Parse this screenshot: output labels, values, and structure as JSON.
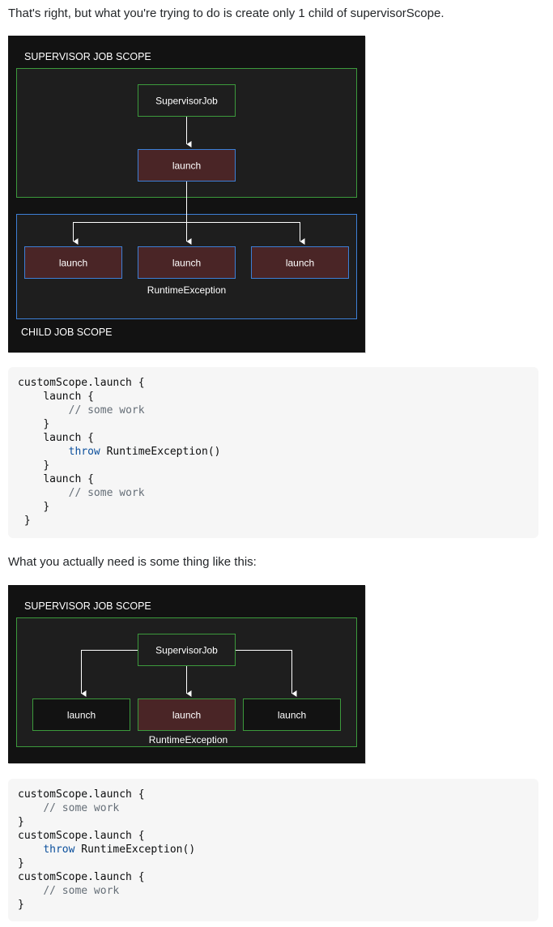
{
  "intro_text": "That's right, but what you're trying to do is create only 1 child of supervisorScope.",
  "diagram1": {
    "outer_scope_label": "SUPERVISOR JOB SCOPE",
    "inner_scope_label": "CHILD JOB SCOPE",
    "supervisor_label": "SupervisorJob",
    "parent_launch_label": "launch",
    "child_labels": [
      "launch",
      "launch",
      "launch"
    ],
    "exception_label": "RuntimeException"
  },
  "code1": [
    {
      "indent": "",
      "tokens": [
        {
          "t": "customScope.launch {",
          "c": ""
        }
      ]
    },
    {
      "indent": "    ",
      "tokens": [
        {
          "t": "launch {",
          "c": ""
        }
      ]
    },
    {
      "indent": "        ",
      "tokens": [
        {
          "t": "// some work",
          "c": "cm"
        }
      ]
    },
    {
      "indent": "    ",
      "tokens": [
        {
          "t": "}",
          "c": ""
        }
      ]
    },
    {
      "indent": "    ",
      "tokens": [
        {
          "t": "launch {",
          "c": ""
        }
      ]
    },
    {
      "indent": "        ",
      "tokens": [
        {
          "t": "throw",
          "c": "kw"
        },
        {
          "t": " RuntimeException()",
          "c": ""
        }
      ]
    },
    {
      "indent": "    ",
      "tokens": [
        {
          "t": "}",
          "c": ""
        }
      ]
    },
    {
      "indent": "    ",
      "tokens": [
        {
          "t": "launch {",
          "c": ""
        }
      ]
    },
    {
      "indent": "        ",
      "tokens": [
        {
          "t": "// some work",
          "c": "cm"
        }
      ]
    },
    {
      "indent": "    ",
      "tokens": [
        {
          "t": "}",
          "c": ""
        }
      ]
    },
    {
      "indent": " ",
      "tokens": [
        {
          "t": "}",
          "c": ""
        }
      ]
    }
  ],
  "mid_text": "What you actually need is some thing like this:",
  "diagram2": {
    "outer_scope_label": "SUPERVISOR JOB SCOPE",
    "supervisor_label": "SupervisorJob",
    "child_labels": [
      "launch",
      "launch",
      "launch"
    ],
    "exception_label": "RuntimeException"
  },
  "code2": [
    {
      "indent": "",
      "tokens": [
        {
          "t": "customScope.launch {",
          "c": ""
        }
      ]
    },
    {
      "indent": "    ",
      "tokens": [
        {
          "t": "// some work",
          "c": "cm"
        }
      ]
    },
    {
      "indent": "",
      "tokens": [
        {
          "t": "}",
          "c": ""
        }
      ]
    },
    {
      "indent": "",
      "tokens": [
        {
          "t": "customScope.launch {",
          "c": ""
        }
      ]
    },
    {
      "indent": "    ",
      "tokens": [
        {
          "t": "throw",
          "c": "kw"
        },
        {
          "t": " RuntimeException()",
          "c": ""
        }
      ]
    },
    {
      "indent": "",
      "tokens": [
        {
          "t": "}",
          "c": ""
        }
      ]
    },
    {
      "indent": "",
      "tokens": [
        {
          "t": "customScope.launch {",
          "c": ""
        }
      ]
    },
    {
      "indent": "    ",
      "tokens": [
        {
          "t": "// some work",
          "c": "cm"
        }
      ]
    },
    {
      "indent": "",
      "tokens": [
        {
          "t": "}",
          "c": ""
        }
      ]
    }
  ],
  "colors": {
    "diagram_bg": "#121212",
    "scope_fill": "#1e1e1e",
    "green_border": "#3c9a3c",
    "blue_border": "#3d7fd6",
    "launch_fill": "#4a2526",
    "arrow": "#ffffff"
  }
}
